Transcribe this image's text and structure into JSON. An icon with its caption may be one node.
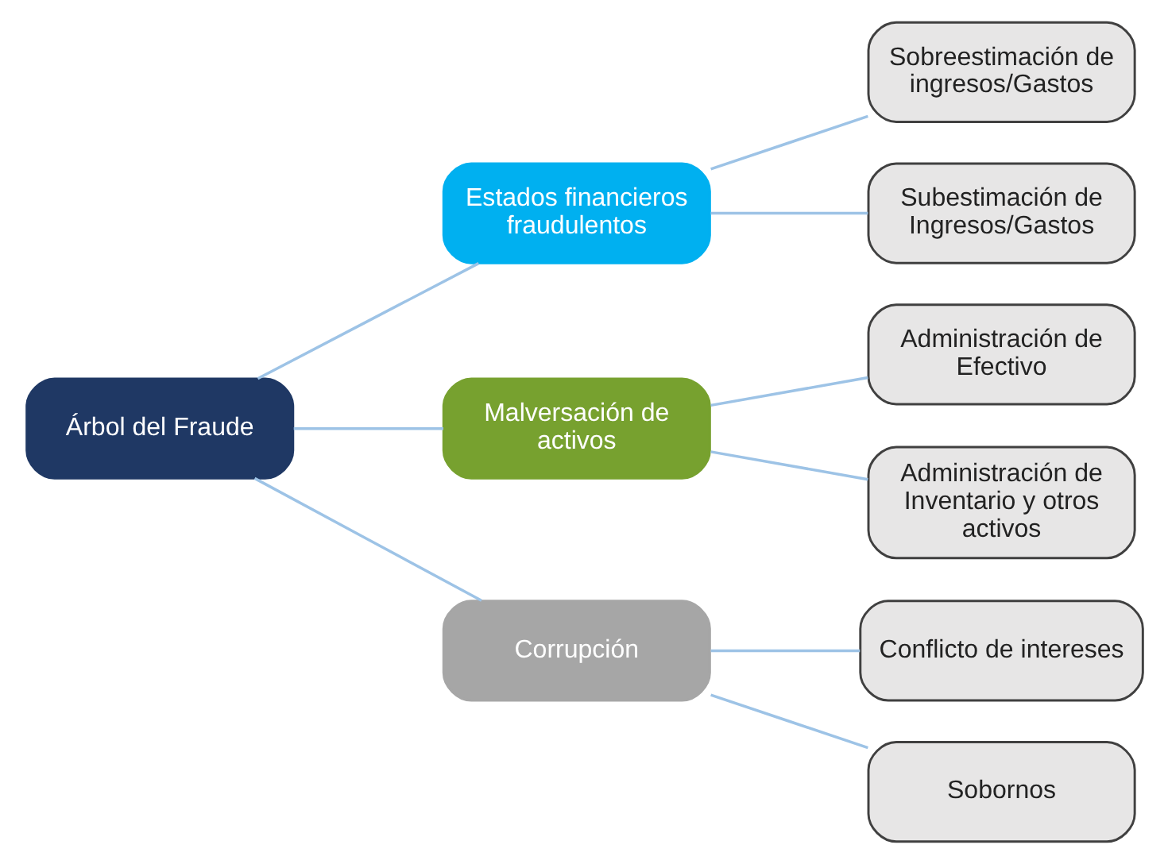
{
  "diagram": {
    "nodes": [
      {
        "text": [
          "Árbol del Fraude"
        ]
      },
      {
        "text": [
          "Estados financieros fraudulentos"
        ]
      },
      {
        "text": [
          "Malversación de activos"
        ]
      },
      {
        "text": [
          "Corrupción"
        ]
      },
      {
        "text": [
          "Sobreestimación de ingresos/Gastos"
        ]
      },
      {
        "text": [
          "Subestimación de Ingresos/Gastos"
        ]
      },
      {
        "text": [
          "Administración de Efectivo"
        ]
      },
      {
        "text": [
          "Administración de Inventario y otros activos"
        ]
      },
      {
        "text": [
          "Conflicto de intereses"
        ]
      },
      {
        "text": [
          "Sobornos"
        ]
      }
    ],
    "edges": [
      {
        "from": 0,
        "to": 1,
        "arrow": "none"
      },
      {
        "from": 0,
        "to": 2,
        "arrow": "none"
      },
      {
        "from": 0,
        "to": 3,
        "arrow": "none"
      },
      {
        "from": 1,
        "to": 4,
        "arrow": "none"
      },
      {
        "from": 1,
        "to": 5,
        "arrow": "none"
      },
      {
        "from": 2,
        "to": 6,
        "arrow": "none"
      },
      {
        "from": 2,
        "to": 7,
        "arrow": "none"
      },
      {
        "from": 3,
        "to": 8,
        "arrow": "none"
      },
      {
        "from": 3,
        "to": 9,
        "arrow": "none"
      }
    ]
  }
}
